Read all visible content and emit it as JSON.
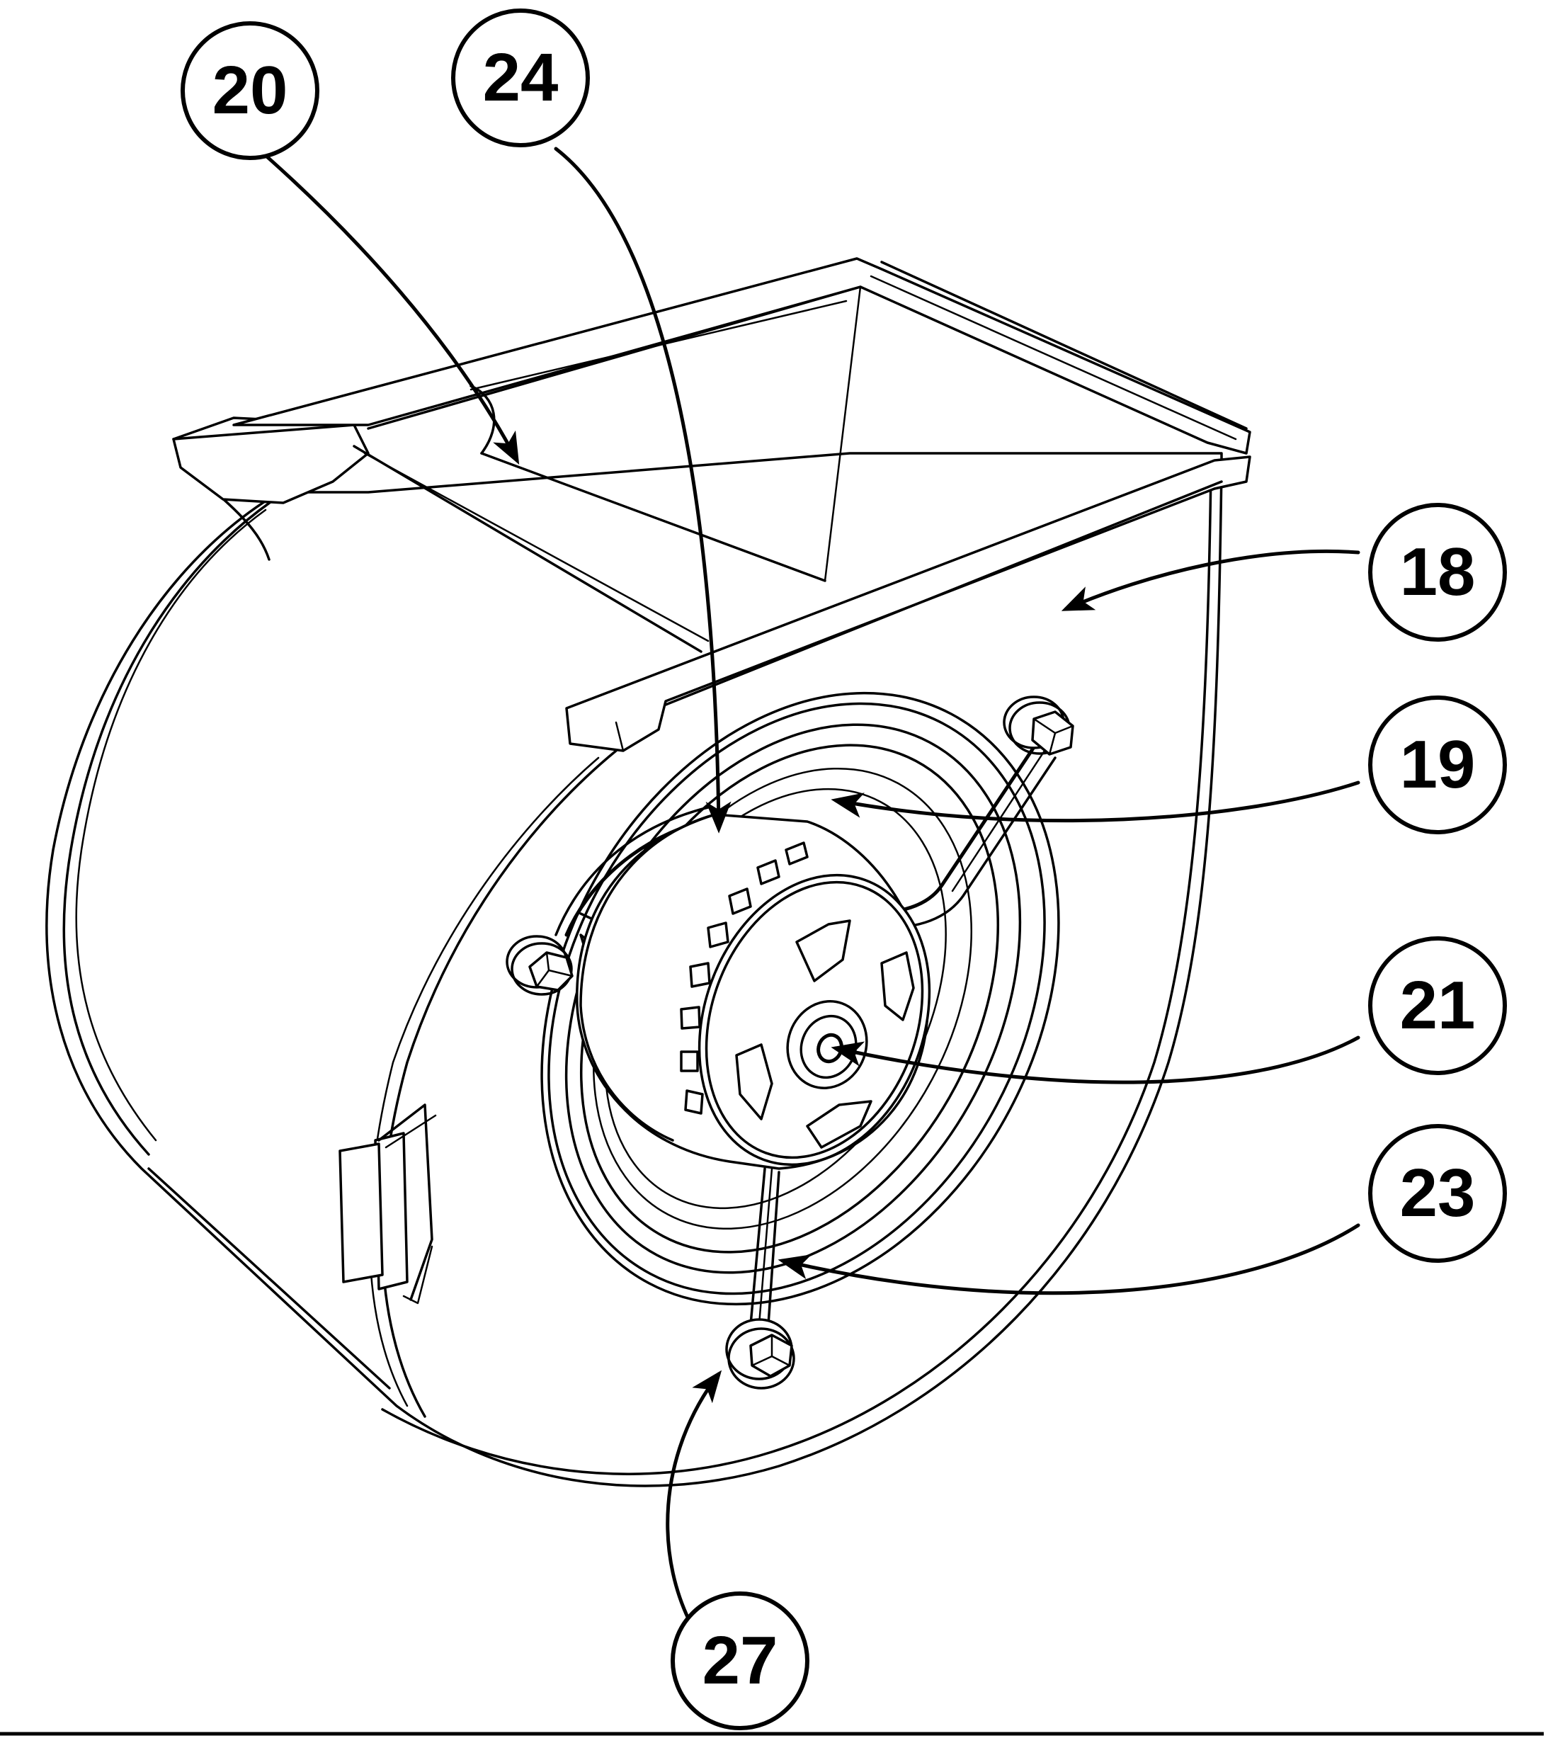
{
  "diagram": {
    "callouts": [
      {
        "id": "20",
        "label": "20"
      },
      {
        "id": "24",
        "label": "24"
      },
      {
        "id": "18",
        "label": "18"
      },
      {
        "id": "19",
        "label": "19"
      },
      {
        "id": "21",
        "label": "21"
      },
      {
        "id": "23",
        "label": "23"
      },
      {
        "id": "27",
        "label": "27"
      }
    ]
  }
}
